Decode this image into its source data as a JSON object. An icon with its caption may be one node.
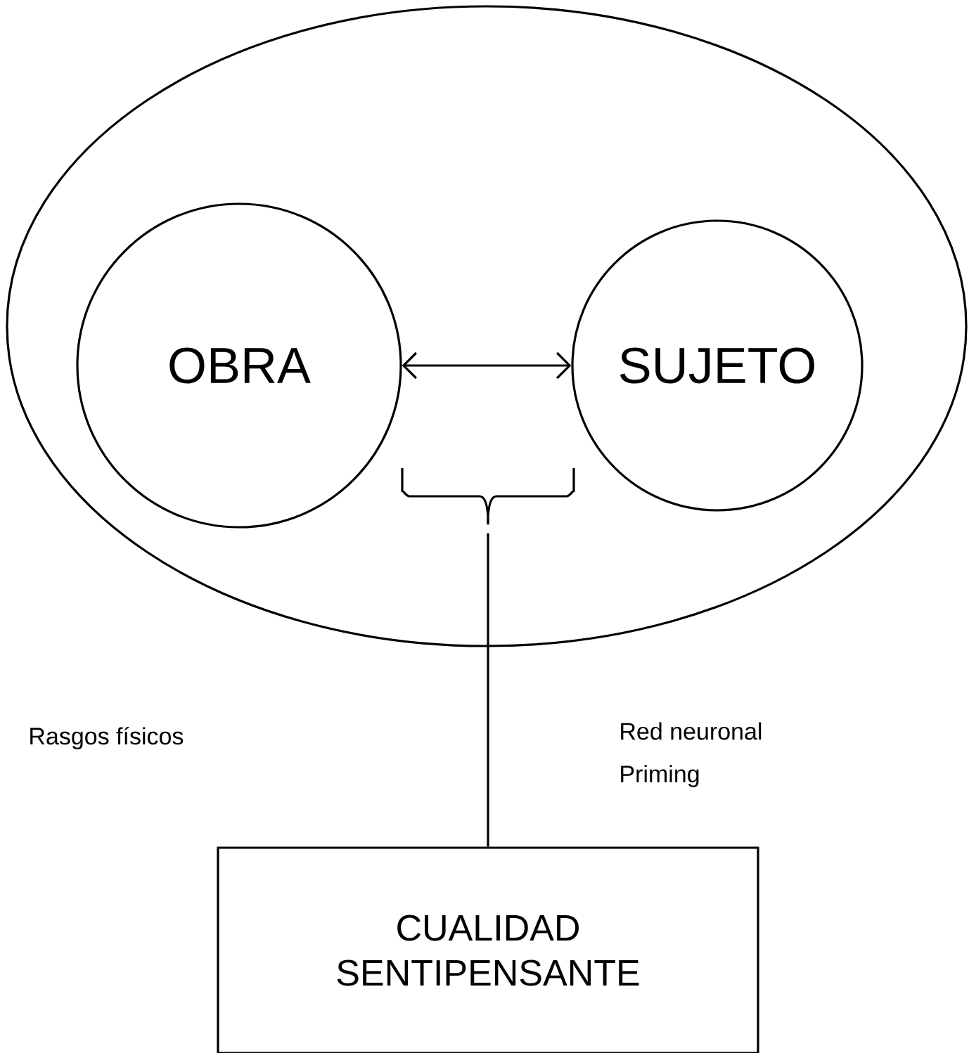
{
  "diagram": {
    "nodes": [
      {
        "text": [],
        "shape": "ellipse"
      },
      {
        "text": [
          "OBRA"
        ],
        "in": 0
      },
      {
        "text": [
          "SUJETO"
        ],
        "in": 0
      },
      {
        "text": [],
        "shape": "brace",
        "in": 0
      },
      {
        "text": [
          "CUALIDAD SENTIPENSANTE"
        ]
      }
    ],
    "edges": [
      {
        "from": 1,
        "to": 2,
        "arrow": "both"
      },
      {
        "from": 3,
        "to": 4,
        "arrow": "none"
      }
    ],
    "labels": [
      "Rasgos físicos",
      "Red neuronal",
      "Priming"
    ]
  }
}
